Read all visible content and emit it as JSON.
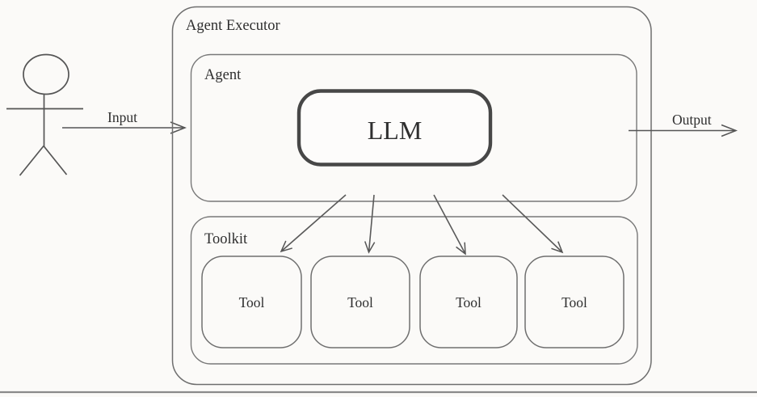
{
  "diagram": {
    "type": "architecture-flow",
    "boxes": {
      "agent_executor": {
        "label": "Agent Executor"
      },
      "agent": {
        "label": "Agent"
      },
      "llm": {
        "label": "LLM"
      },
      "toolkit": {
        "label": "Toolkit"
      }
    },
    "tools": [
      {
        "label": "Tool"
      },
      {
        "label": "Tool"
      },
      {
        "label": "Tool"
      },
      {
        "label": "Tool"
      }
    ],
    "edges": {
      "input": {
        "label": "Input"
      },
      "output": {
        "label": "Output"
      }
    },
    "colors": {
      "background": "#fbfaf8",
      "stroke": "#5c5c5c",
      "thin_stroke": "#787878",
      "llm_stroke": "#474747",
      "text": "#2f2f2f",
      "bottom_rule": "#8a8a8a"
    }
  }
}
